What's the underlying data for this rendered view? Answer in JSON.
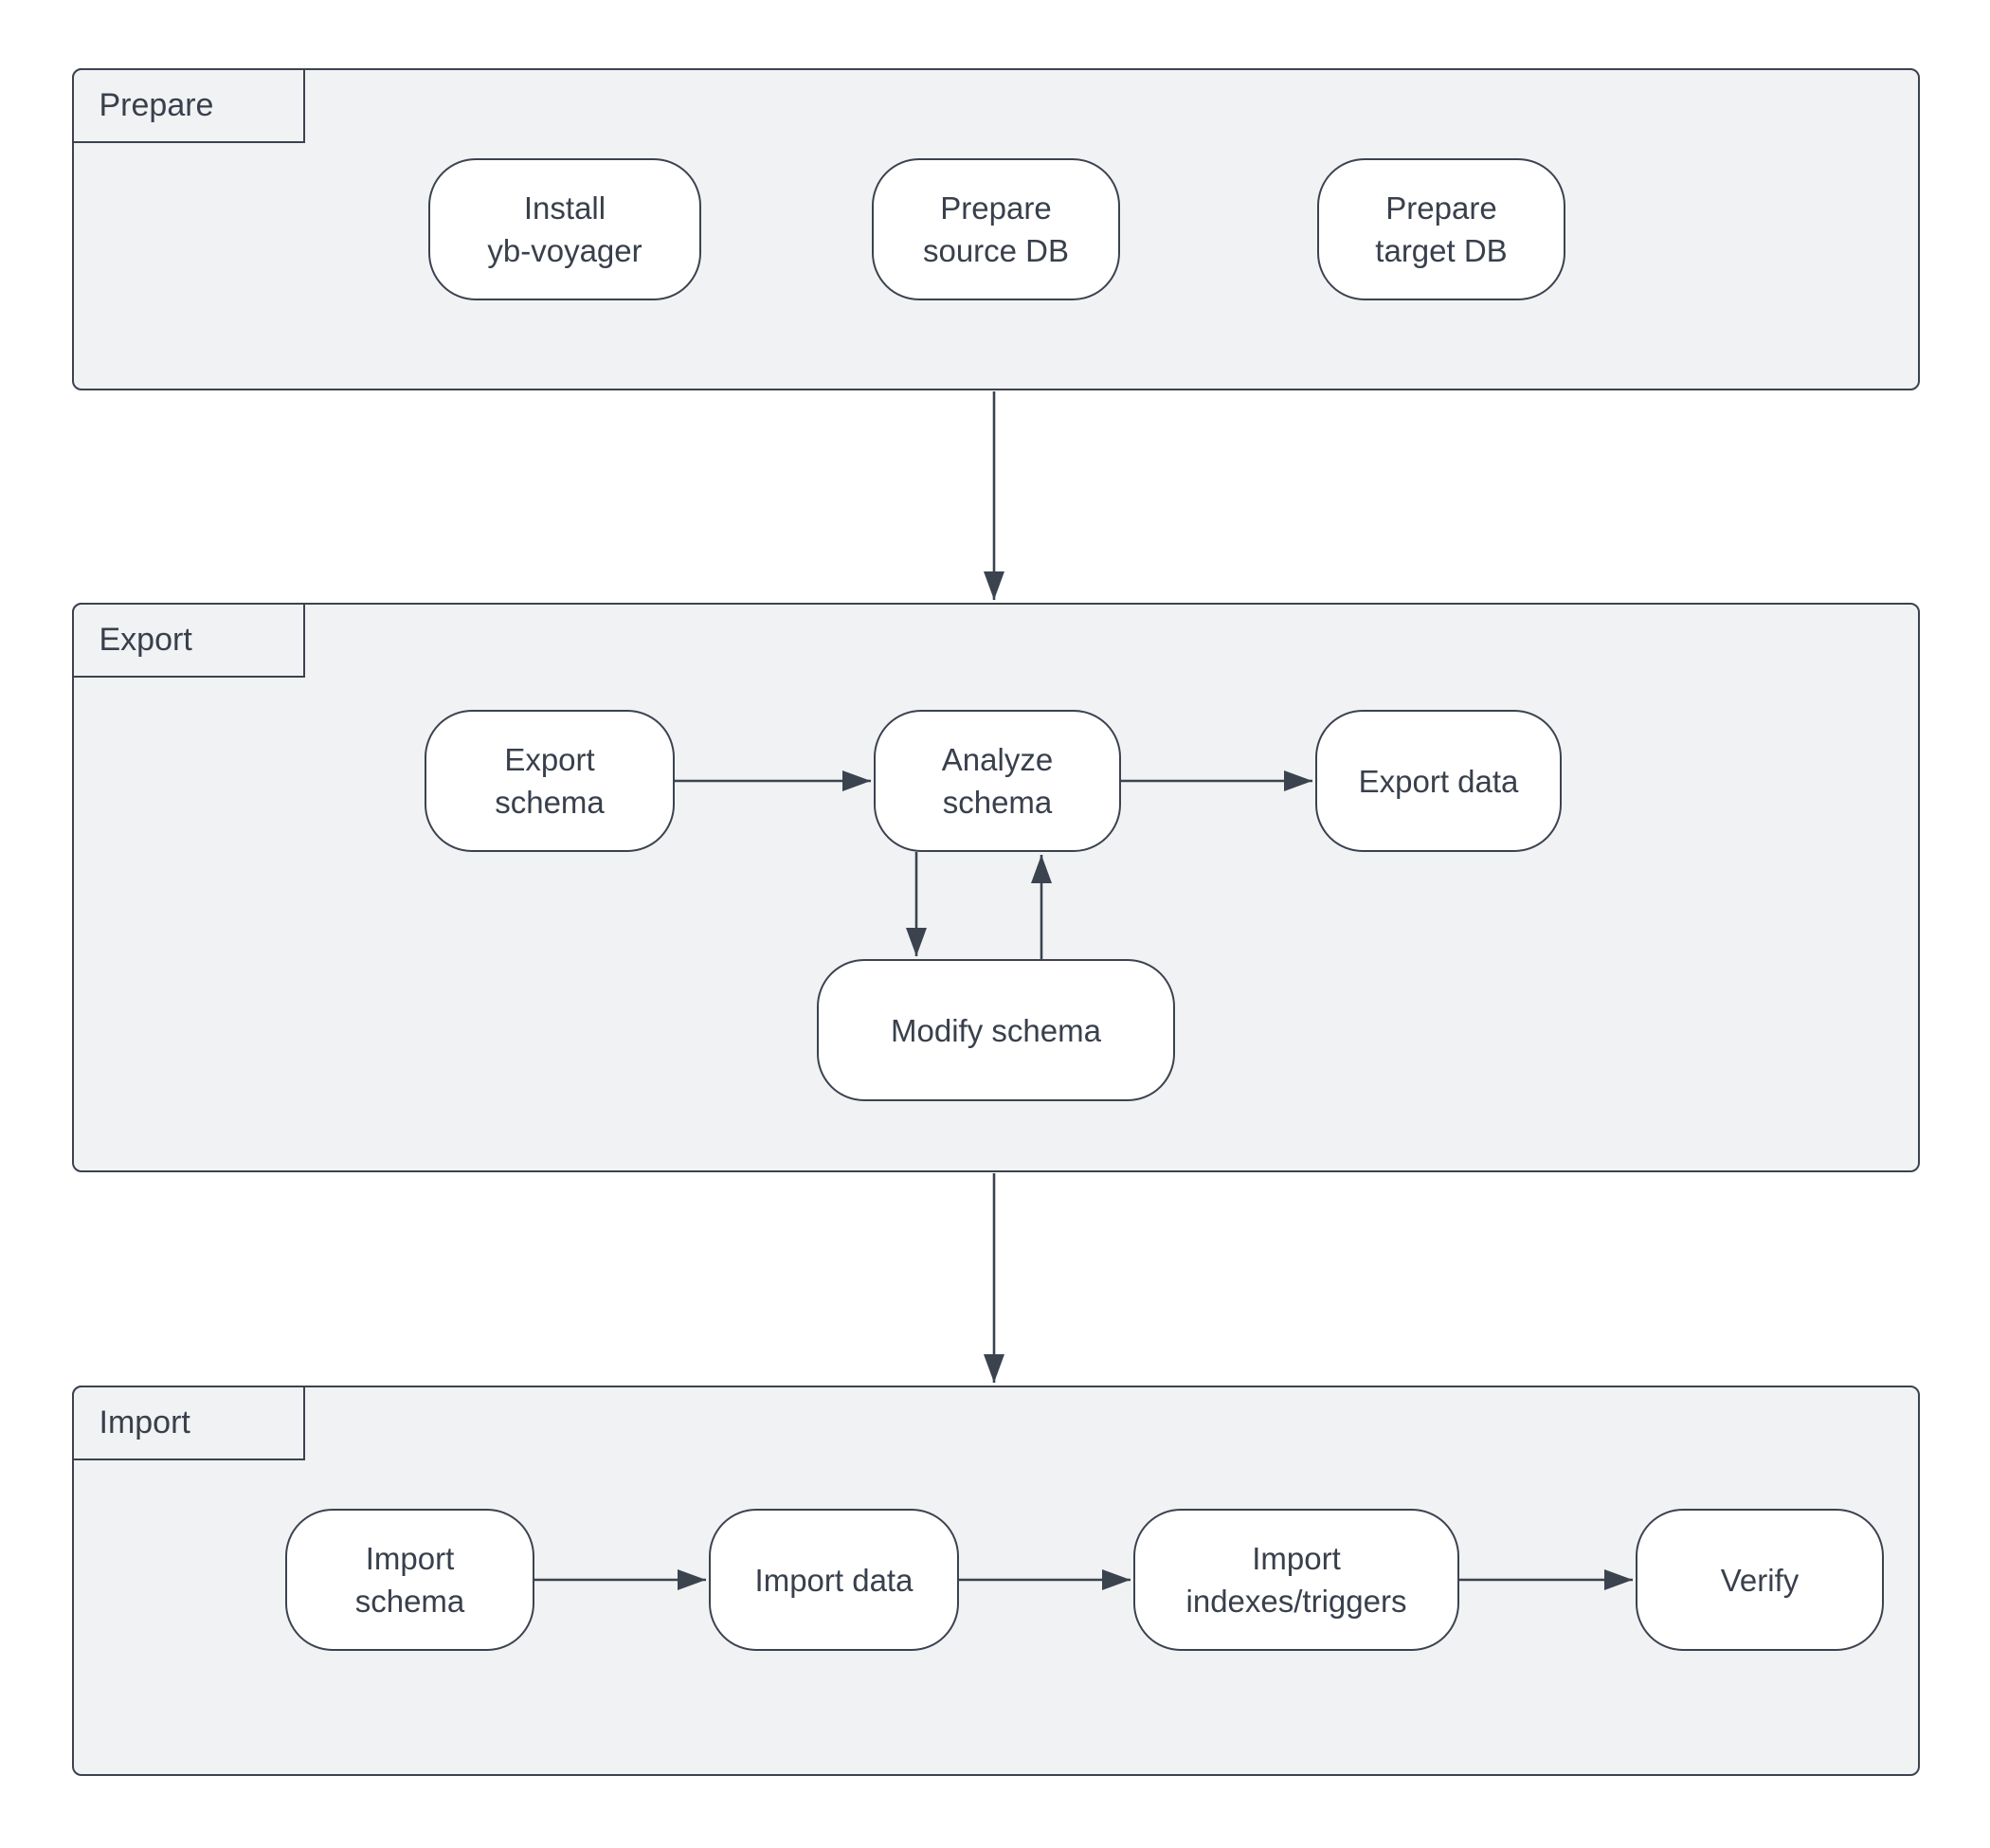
{
  "diagram": {
    "colors": {
      "background": "#ffffff",
      "frame_fill": "#f1f2f4",
      "node_fill": "#ffffff",
      "stroke": "#3b434f",
      "text": "#39404c"
    },
    "frames": [
      {
        "id": "prepare",
        "label": "Prepare",
        "nodes": [
          {
            "id": "install-yb-voyager",
            "label": "Install\nyb-voyager"
          },
          {
            "id": "prepare-source-db",
            "label": "Prepare\nsource DB"
          },
          {
            "id": "prepare-target-db",
            "label": "Prepare\ntarget DB"
          }
        ]
      },
      {
        "id": "export",
        "label": "Export",
        "nodes": [
          {
            "id": "export-schema",
            "label": "Export\nschema"
          },
          {
            "id": "analyze-schema",
            "label": "Analyze\nschema"
          },
          {
            "id": "export-data",
            "label": "Export data"
          },
          {
            "id": "modify-schema",
            "label": "Modify schema"
          }
        ]
      },
      {
        "id": "import",
        "label": "Import",
        "nodes": [
          {
            "id": "import-schema",
            "label": "Import\nschema"
          },
          {
            "id": "import-data",
            "label": "Import data"
          },
          {
            "id": "import-indexes-triggers",
            "label": "Import\nindexes/triggers"
          },
          {
            "id": "verify",
            "label": "Verify"
          }
        ]
      }
    ],
    "edges": [
      {
        "from": "prepare",
        "to": "export"
      },
      {
        "from": "export",
        "to": "import"
      },
      {
        "from": "export-schema",
        "to": "analyze-schema"
      },
      {
        "from": "analyze-schema",
        "to": "export-data"
      },
      {
        "from": "analyze-schema",
        "to": "modify-schema"
      },
      {
        "from": "modify-schema",
        "to": "analyze-schema"
      },
      {
        "from": "import-schema",
        "to": "import-data"
      },
      {
        "from": "import-data",
        "to": "import-indexes-triggers"
      },
      {
        "from": "import-indexes-triggers",
        "to": "verify"
      }
    ]
  }
}
